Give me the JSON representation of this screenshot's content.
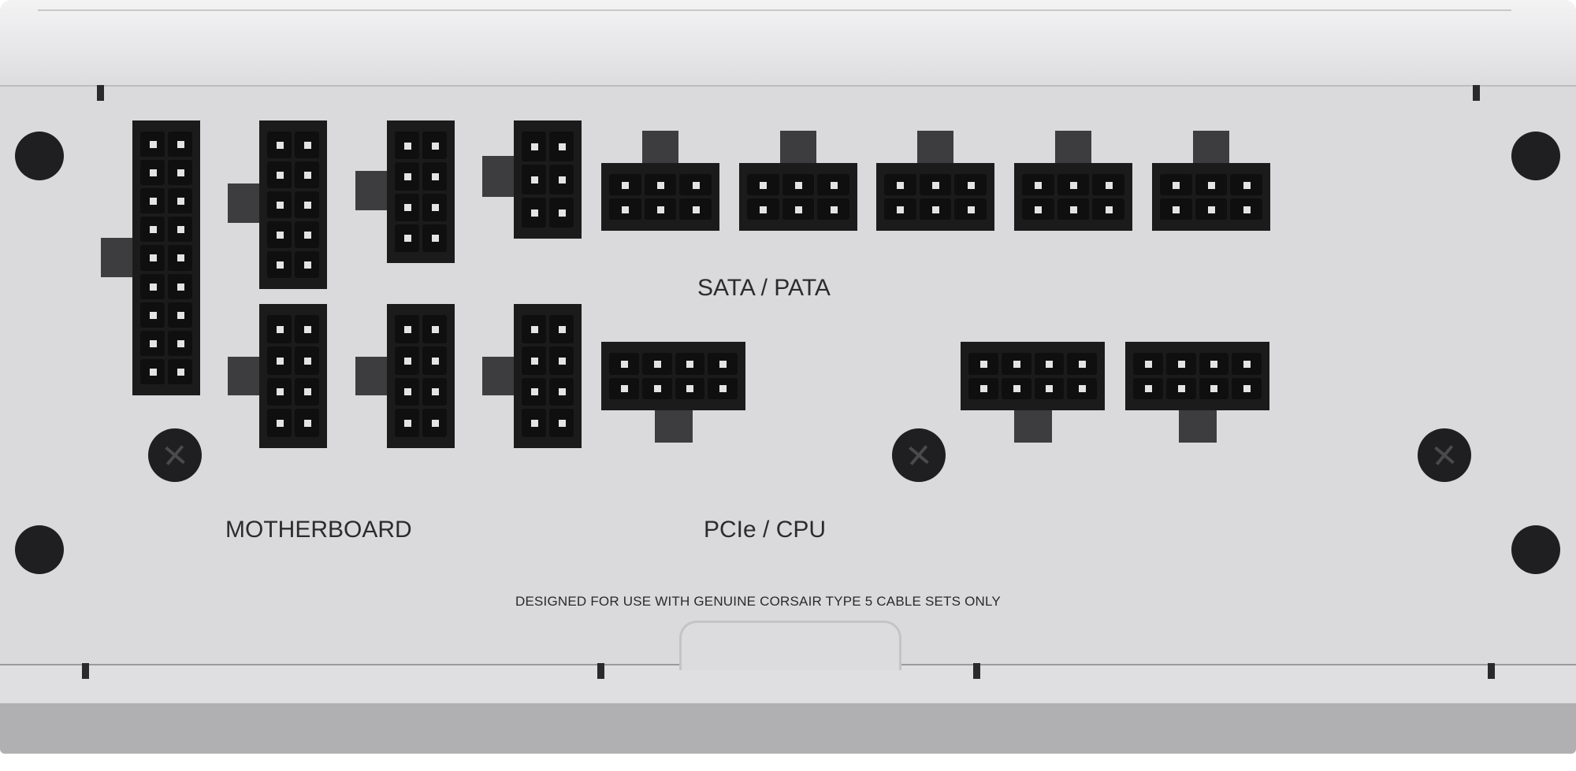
{
  "labels": {
    "sata_pata": "SATA / PATA",
    "motherboard": "MOTHERBOARD",
    "pcie_cpu": "PCIe / CPU",
    "notice": "DESIGNED FOR USE WITH GENUINE CORSAIR TYPE 5 CABLE SETS ONLY"
  },
  "connectors": {
    "motherboard_24pin": {
      "cols": 2,
      "rows": 9
    },
    "motherboard_top": [
      {
        "cols": 2,
        "rows": 5
      },
      {
        "cols": 2,
        "rows": 4
      },
      {
        "cols": 2,
        "rows": 3
      }
    ],
    "motherboard_bottom": [
      {
        "cols": 2,
        "rows": 4
      },
      {
        "cols": 2,
        "rows": 4
      },
      {
        "cols": 2,
        "rows": 4
      }
    ],
    "sata_count": 5,
    "sata": {
      "cols": 3,
      "rows": 2
    },
    "pcie_count": 3,
    "pcie": {
      "cols": 4,
      "rows": 2
    }
  },
  "colors": {
    "panel": "#dadadc",
    "connector": "#1b1b1c"
  }
}
